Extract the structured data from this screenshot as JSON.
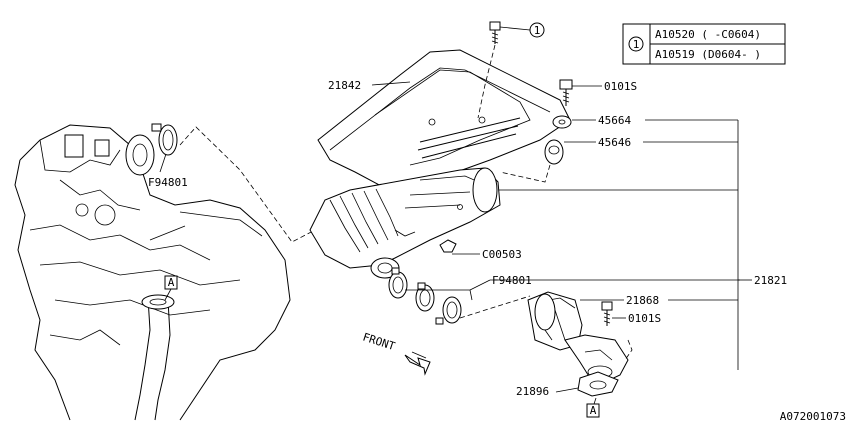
{
  "legend": {
    "index": "1",
    "rows": [
      "A10520 ( -C0604)",
      "A10519 (D0604- )"
    ]
  },
  "callouts": {
    "bolt_top_ref": "1",
    "cover": "21842",
    "bolt_right": "0101S",
    "washer_upper": "45664",
    "grommet": "45646",
    "clamp_left": "F94801",
    "clip": "C00503",
    "clamps_center": "F94801",
    "assembly": "21821",
    "duct": "21868",
    "bolt_lower": "0101S",
    "gasket": "21896"
  },
  "refs": {
    "a_upper": "A",
    "a_lower": "A"
  },
  "front_label": "FRONT",
  "diagram_id": "A072001073"
}
